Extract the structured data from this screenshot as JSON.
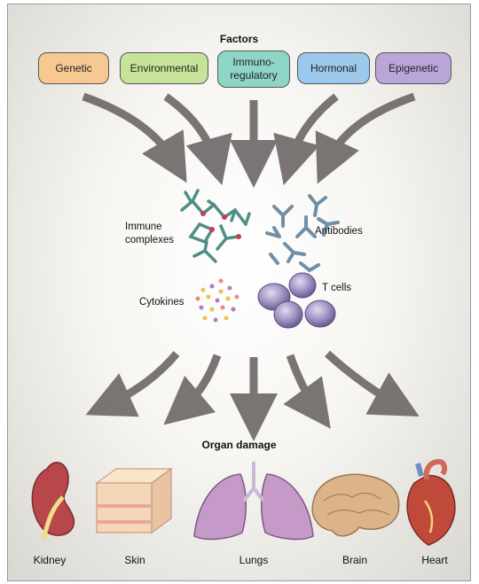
{
  "titles": {
    "factors": "Factors",
    "organ_damage": "Organ damage"
  },
  "factors": [
    {
      "label": "Genetic",
      "color": "#f6c892"
    },
    {
      "label": "Environmental",
      "color": "#c6e39a"
    },
    {
      "label": "Immuno-\nregulatory",
      "color": "#8fd5c7"
    },
    {
      "label": "Hormonal",
      "color": "#9cc8ec"
    },
    {
      "label": "Epigenetic",
      "color": "#b9a6d9"
    }
  ],
  "mediators": {
    "immune_complexes": "Immune\ncomplexes",
    "antibodies": "Antibodies",
    "cytokines": "Cytokines",
    "t_cells": "T cells"
  },
  "organs": [
    "Kidney",
    "Skin",
    "Lungs",
    "Brain",
    "Heart"
  ],
  "colors": {
    "arrow": "#6d6766",
    "mol_teal": "#4f8e86",
    "mol_dark": "#2f5b58",
    "antibody": "#6f8fa6",
    "tcell": "#a79bc6"
  }
}
